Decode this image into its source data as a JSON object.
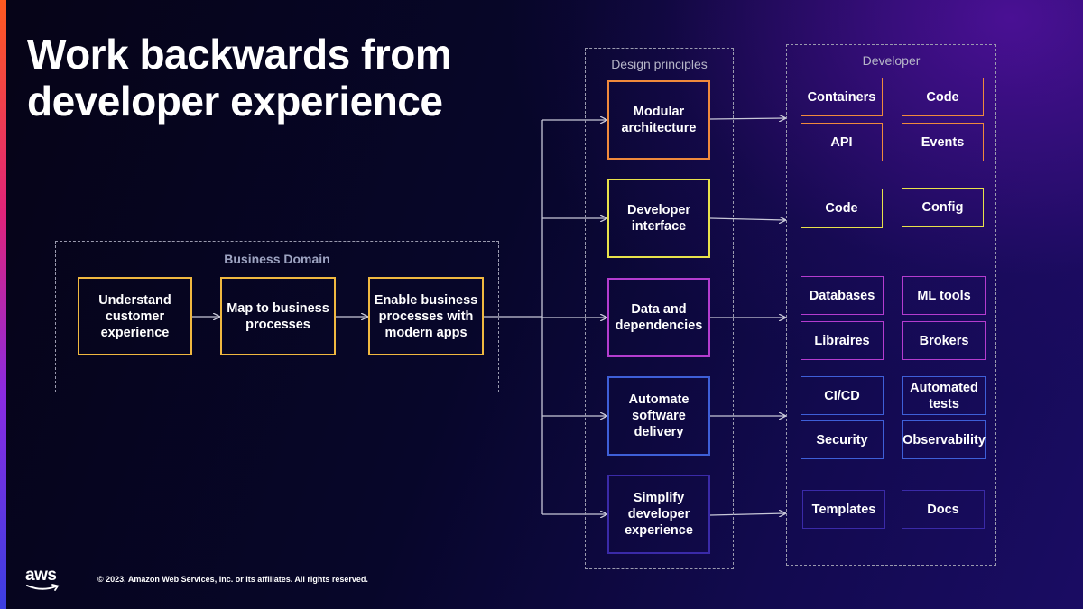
{
  "slide": {
    "title_line1": "Work backwards from",
    "title_line2": "developer experience",
    "copyright": "© 2023, Amazon Web Services, Inc. or its affiliates. All rights reserved.",
    "logo_text": "aws"
  },
  "business_domain": {
    "label": "Business Domain",
    "steps": [
      {
        "lines": [
          "Understand",
          "customer",
          "experience"
        ]
      },
      {
        "lines": [
          "Map to business",
          "processes"
        ]
      },
      {
        "lines": [
          "Enable business",
          "processes with",
          "modern apps"
        ]
      }
    ]
  },
  "design_principles": {
    "label": "Design principles",
    "items": [
      {
        "lines": [
          "Modular",
          "architecture"
        ]
      },
      {
        "lines": [
          "Developer",
          "interface"
        ]
      },
      {
        "lines": [
          "Data and",
          "dependencies"
        ]
      },
      {
        "lines": [
          "Automate",
          "software",
          "delivery"
        ]
      },
      {
        "lines": [
          "Simplify",
          "developer",
          "experience"
        ]
      }
    ]
  },
  "developer": {
    "label": "Developer",
    "items": [
      {
        "lines": [
          "Containers"
        ]
      },
      {
        "lines": [
          "Code"
        ]
      },
      {
        "lines": [
          "API"
        ]
      },
      {
        "lines": [
          "Events"
        ]
      },
      {
        "lines": [
          "Code"
        ]
      },
      {
        "lines": [
          "Config"
        ]
      },
      {
        "lines": [
          "Databases"
        ]
      },
      {
        "lines": [
          "ML tools"
        ]
      },
      {
        "lines": [
          "Libraires"
        ]
      },
      {
        "lines": [
          "Brokers"
        ]
      },
      {
        "lines": [
          "CI/CD"
        ]
      },
      {
        "lines": [
          "Automated",
          "tests"
        ]
      },
      {
        "lines": [
          "Security"
        ]
      },
      {
        "lines": [
          "Observability"
        ]
      },
      {
        "lines": [
          "Templates"
        ]
      },
      {
        "lines": [
          "Docs"
        ]
      }
    ]
  },
  "colors": {
    "business": "#f0b840",
    "modular": "#f08a3c",
    "interface": "#e8e24a",
    "data": "#b43ccf",
    "automation": "#3e5fd8",
    "simplify": "#3a2aa8",
    "connector": "#c8c8d8"
  }
}
